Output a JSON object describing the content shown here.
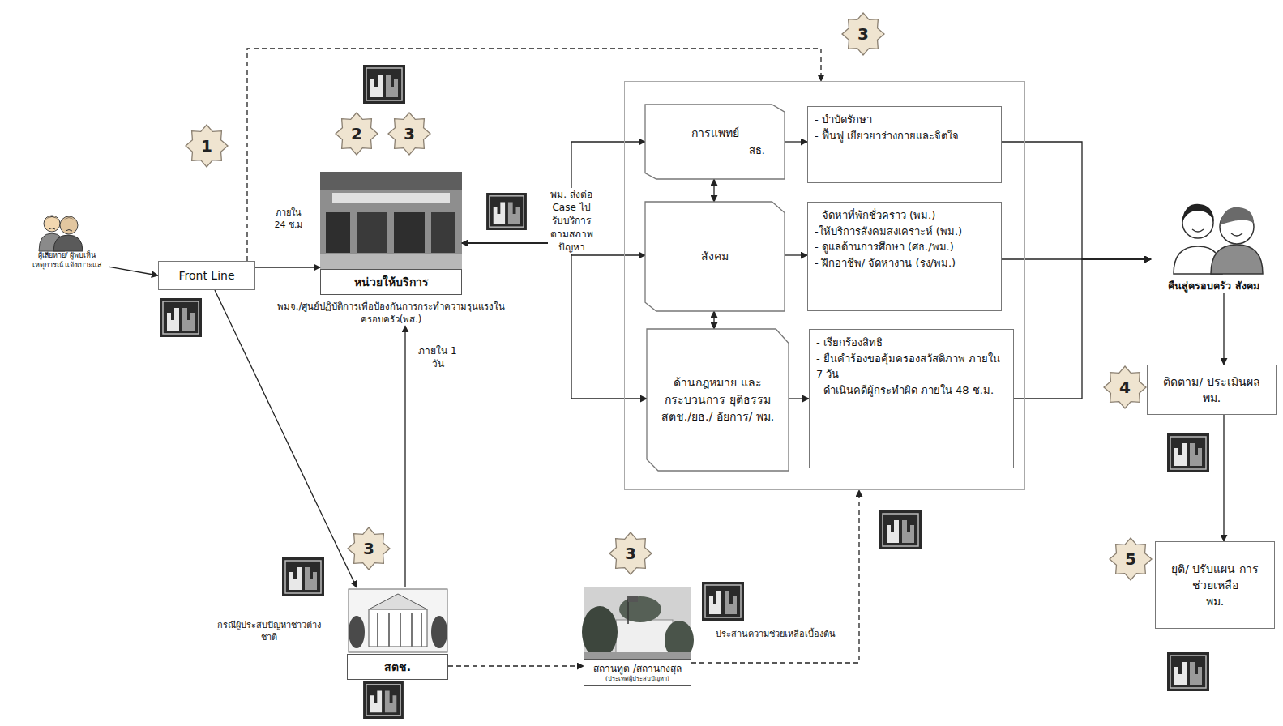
{
  "diagram": {
    "nodes": [
      {
        "text": [
          "ผู้เสียหาย/ ผู้พบเห็นเหตุการณ์ แจ้งเบาะแส"
        ]
      },
      {
        "text": [
          "Front Line"
        ]
      },
      {
        "text": [
          "หน่วยให้บริการ",
          "พมจ./ศูนย์ปฏิบัติการเพื่อป้องกันการกระทำความรุนแรงในครอบครัว(พส.)"
        ]
      },
      {
        "text": []
      },
      {
        "text": [
          "การแพทย์",
          "สธ."
        ],
        "in": 3
      },
      {
        "text": [
          "- บำบัดรักษา",
          "- ฟื้นฟู เยียวยาร่างกายและจิตใจ"
        ],
        "in": 3
      },
      {
        "text": [
          "สังคม"
        ],
        "in": 3
      },
      {
        "text": [
          "- จัดหาที่พักชั่วคราว (พม.)",
          "-ให้บริการสังคมสงเคราะห์ (พม.)",
          "- ดูแลด้านการศึกษา (ศธ./พม.)",
          "- ฝึกอาชีพ/ จัดหางาน (รง/พม.)"
        ],
        "in": 3
      },
      {
        "text": [
          "ด้านกฎหมาย และ กระบวนการ ยุติธรรม สตช./ยธ./ อัยการ/ พม."
        ],
        "in": 3
      },
      {
        "text": [
          "- เรียกร้องสิทธิ",
          "- ยื่นคำร้องขอคุ้มครองสวัสดิภาพ ภายใน 7 วัน",
          "- ดำเนินคดีผู้กระทำผิด ภายใน 48 ช.ม."
        ],
        "in": 3
      },
      {
        "text": [
          "คืนสู่ครอบครัว สังคม"
        ]
      },
      {
        "text": [
          "ติดตาม/ ประเมินผล",
          "พม."
        ]
      },
      {
        "text": [
          "ยุติ/ ปรับแผน การช่วยเหลือ",
          "พม."
        ]
      },
      {
        "text": [
          "สตช."
        ]
      },
      {
        "text": [
          "สถานทูต /สถานกงสุล",
          "(ประเทศผู้ประสบปัญหา)"
        ]
      }
    ],
    "edges": [
      {
        "from": 0,
        "to": 1,
        "arrow": "to"
      },
      {
        "from": 1,
        "to": 2,
        "label": "ภายใน 24 ช.ม",
        "arrow": "to"
      },
      {
        "from": 1,
        "to": 3,
        "arrow": "to"
      },
      {
        "from": 1,
        "to": 13,
        "arrow": "to"
      },
      {
        "from": 13,
        "to": 2,
        "label": "ภายใน 1 วัน",
        "arrow": "to"
      },
      {
        "from": 2,
        "to": 4,
        "arrow": "both"
      },
      {
        "from": 2,
        "to": 6,
        "label": "พม. ส่งต่อ Case ไปรับบริการตามสภาพปัญหา",
        "arrow": "both"
      },
      {
        "from": 2,
        "to": 8,
        "arrow": "both"
      },
      {
        "from": 4,
        "to": 6,
        "arrow": "both"
      },
      {
        "from": 6,
        "to": 8,
        "arrow": "both"
      },
      {
        "from": 4,
        "to": 5,
        "arrow": "to"
      },
      {
        "from": 6,
        "to": 7,
        "arrow": "to"
      },
      {
        "from": 8,
        "to": 9,
        "arrow": "to"
      },
      {
        "from": 5,
        "to": 10,
        "arrow": "to"
      },
      {
        "from": 7,
        "to": 10,
        "arrow": "to"
      },
      {
        "from": 9,
        "to": 10,
        "arrow": "to"
      },
      {
        "from": 10,
        "to": 11,
        "arrow": "to"
      },
      {
        "from": 11,
        "to": 12,
        "arrow": "to"
      },
      {
        "from": 13,
        "to": 14,
        "arrow": "to"
      },
      {
        "from": 14,
        "to": 3,
        "label": "ประสานความช่วยเหลือเบื้องต้น",
        "arrow": "to"
      }
    ],
    "labels": [
      "1",
      "2",
      "3",
      "3",
      "3",
      "3",
      "4",
      "5",
      "กรณีผู้ประสบปัญหาชาวต่างชาติ"
    ]
  }
}
